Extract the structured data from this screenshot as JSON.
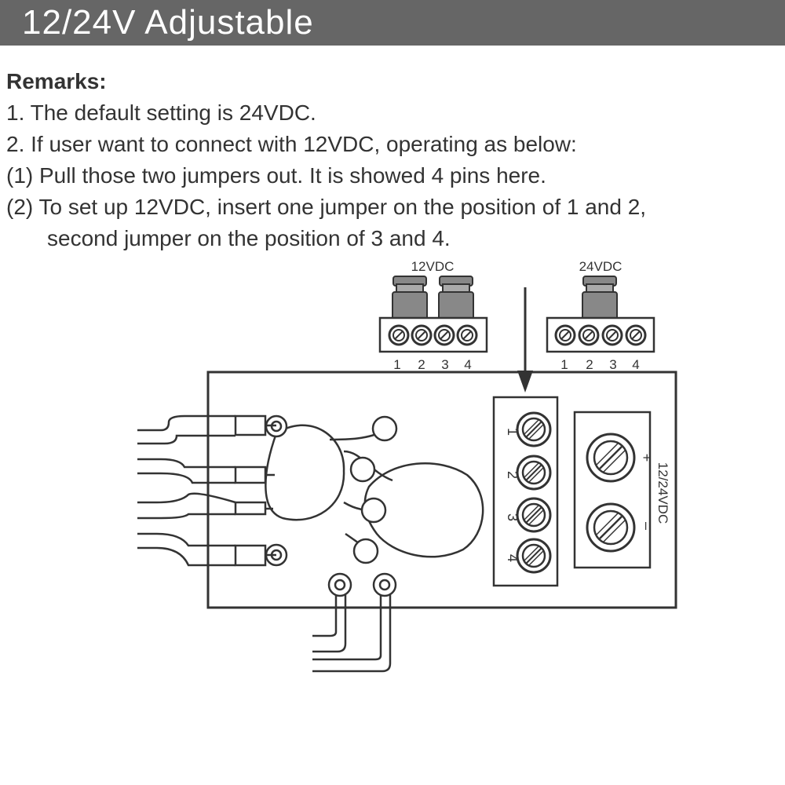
{
  "header": {
    "title": "12/24V Adjustable",
    "background": "#666666"
  },
  "remarks": {
    "heading": "Remarks:",
    "lines": [
      "1. The default setting is 24VDC.",
      "2. If user want to connect with 12VDC, operating as below:",
      "(1) Pull those two jumpers out. It is showed 4 pins here.",
      "(2) To set up 12VDC, insert one jumper on the position of 1 and 2,",
      "second jumper on the position of 3 and 4."
    ]
  },
  "diagram": {
    "jumper_12vdc_label": "12VDC",
    "jumper_24vdc_label": "24VDC",
    "jumper_pins": [
      "1",
      "2",
      "3",
      "4"
    ],
    "board_terminal_pins": [
      "1",
      "2",
      "3",
      "4"
    ],
    "output_plus": "+",
    "output_minus": "–",
    "output_label": "12/24VDC",
    "line_color": "#333333",
    "jumper_fill": "#888888"
  }
}
